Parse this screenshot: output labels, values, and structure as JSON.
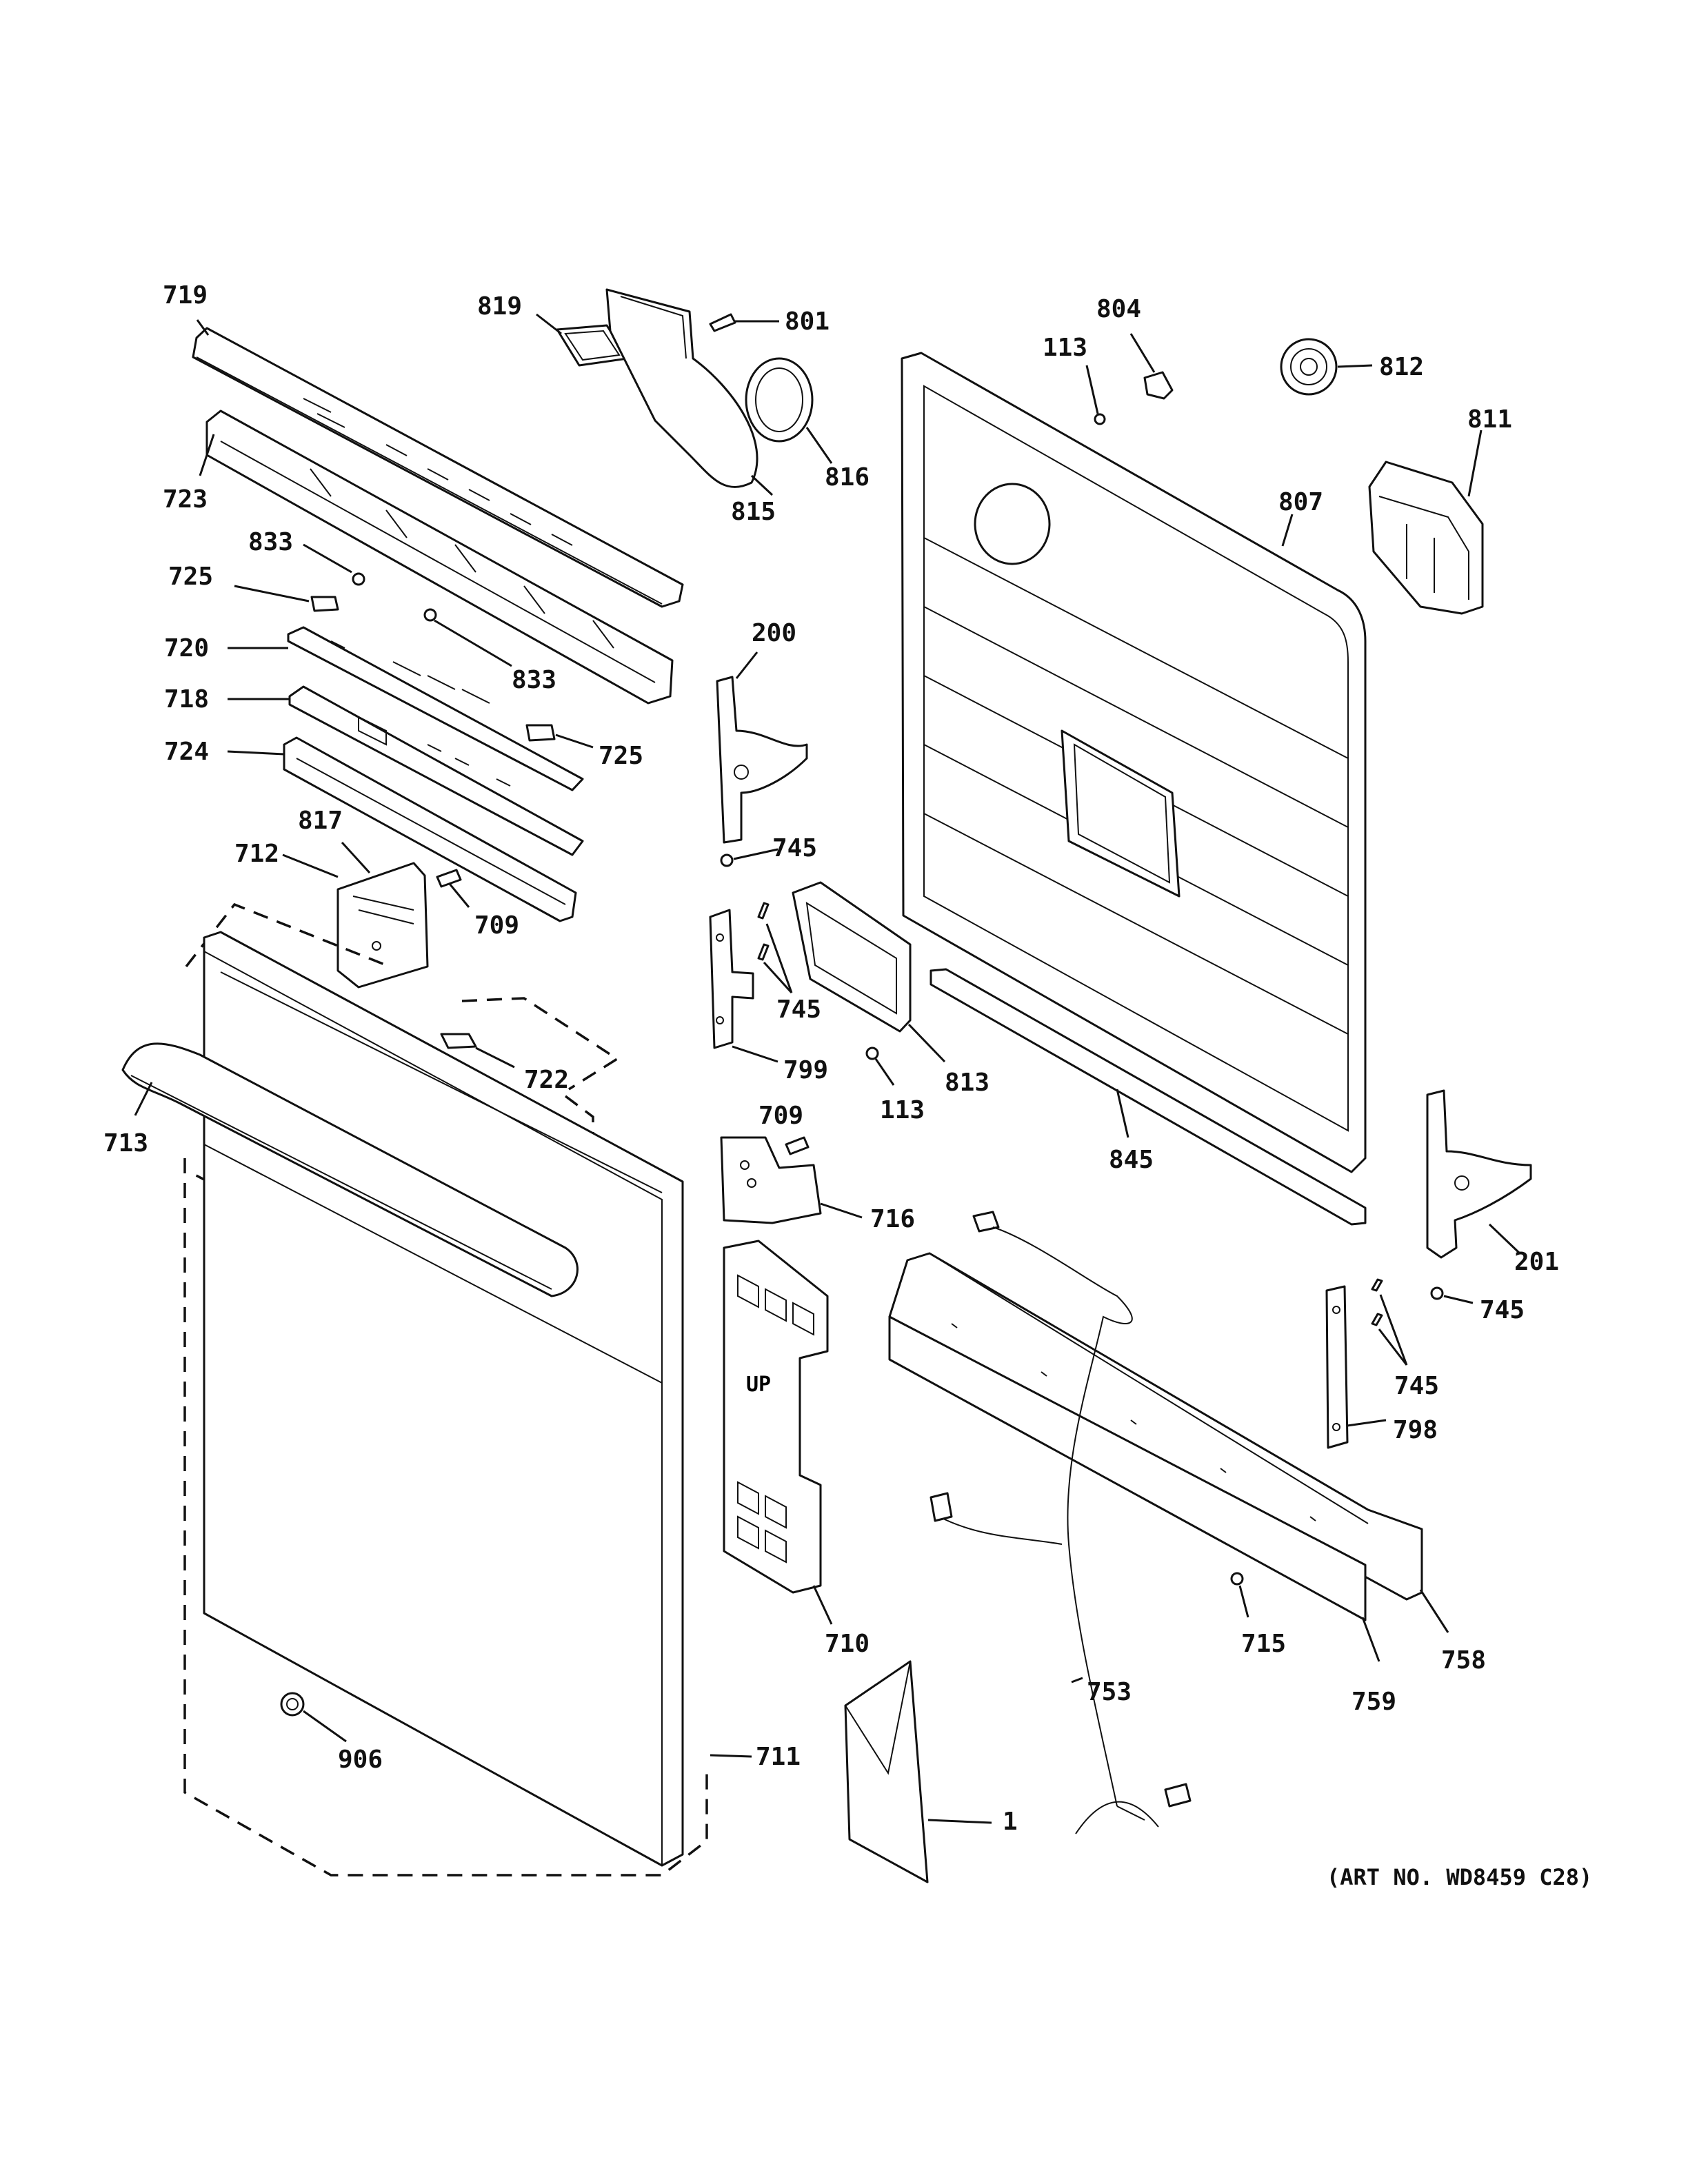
{
  "callouts": {
    "c719": "719",
    "c723": "723",
    "c833a": "833",
    "c725a": "725",
    "c720": "720",
    "c718": "718",
    "c724": "724",
    "c817": "817",
    "c712": "712",
    "c709a": "709",
    "c833b": "833",
    "c725b": "725",
    "c713": "713",
    "c722": "722",
    "c711": "711",
    "c906": "906",
    "c819": "819",
    "c801": "801",
    "c816": "816",
    "c815": "815",
    "c200": "200",
    "c745a": "745",
    "c745b": "745",
    "c799": "799",
    "c813": "813",
    "c113b": "113",
    "c709b": "709",
    "c716": "716",
    "c710": "710",
    "c1": "1",
    "c804": "804",
    "c113a": "113",
    "c812": "812",
    "c811": "811",
    "c807": "807",
    "c845": "845",
    "c201": "201",
    "c745c": "745",
    "c745d": "745",
    "c798": "798",
    "c715": "715",
    "c758": "758",
    "c759": "759",
    "c753": "753"
  },
  "art_number": "(ART NO. WD8459 C28)",
  "door_marking": "UP"
}
